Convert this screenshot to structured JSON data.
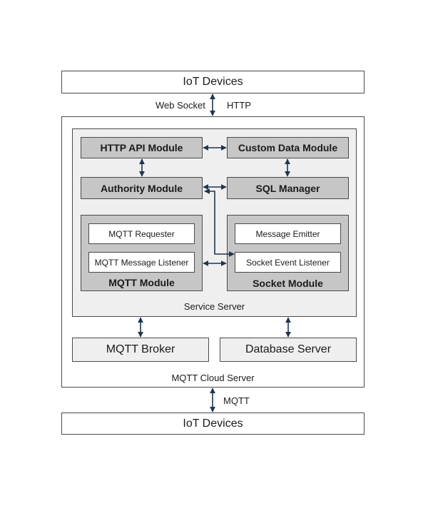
{
  "iot_top": "IoT Devices",
  "iot_bottom": "IoT Devices",
  "proto_websocket": "Web Socket",
  "proto_http": "HTTP",
  "proto_mqtt": "MQTT",
  "cloud_server": "MQTT Cloud Server",
  "service_server": "Service Server",
  "modules": {
    "http_api": "HTTP API Module",
    "custom_data": "Custom Data Module",
    "authority": "Authority Module",
    "sql_manager": "SQL Manager",
    "mqtt_module": "MQTT Module",
    "socket_module": "Socket Module"
  },
  "mqtt_items": [
    "MQTT Requester",
    "MQTT Message Listener"
  ],
  "socket_items": [
    "Message Emitter",
    "Socket Event Listener"
  ],
  "mqtt_broker": "MQTT Broker",
  "database_server": "Database Server",
  "colors": {
    "line": "#1f3550",
    "module_fill": "#c6c6c6",
    "panel_fill": "#efefef"
  }
}
